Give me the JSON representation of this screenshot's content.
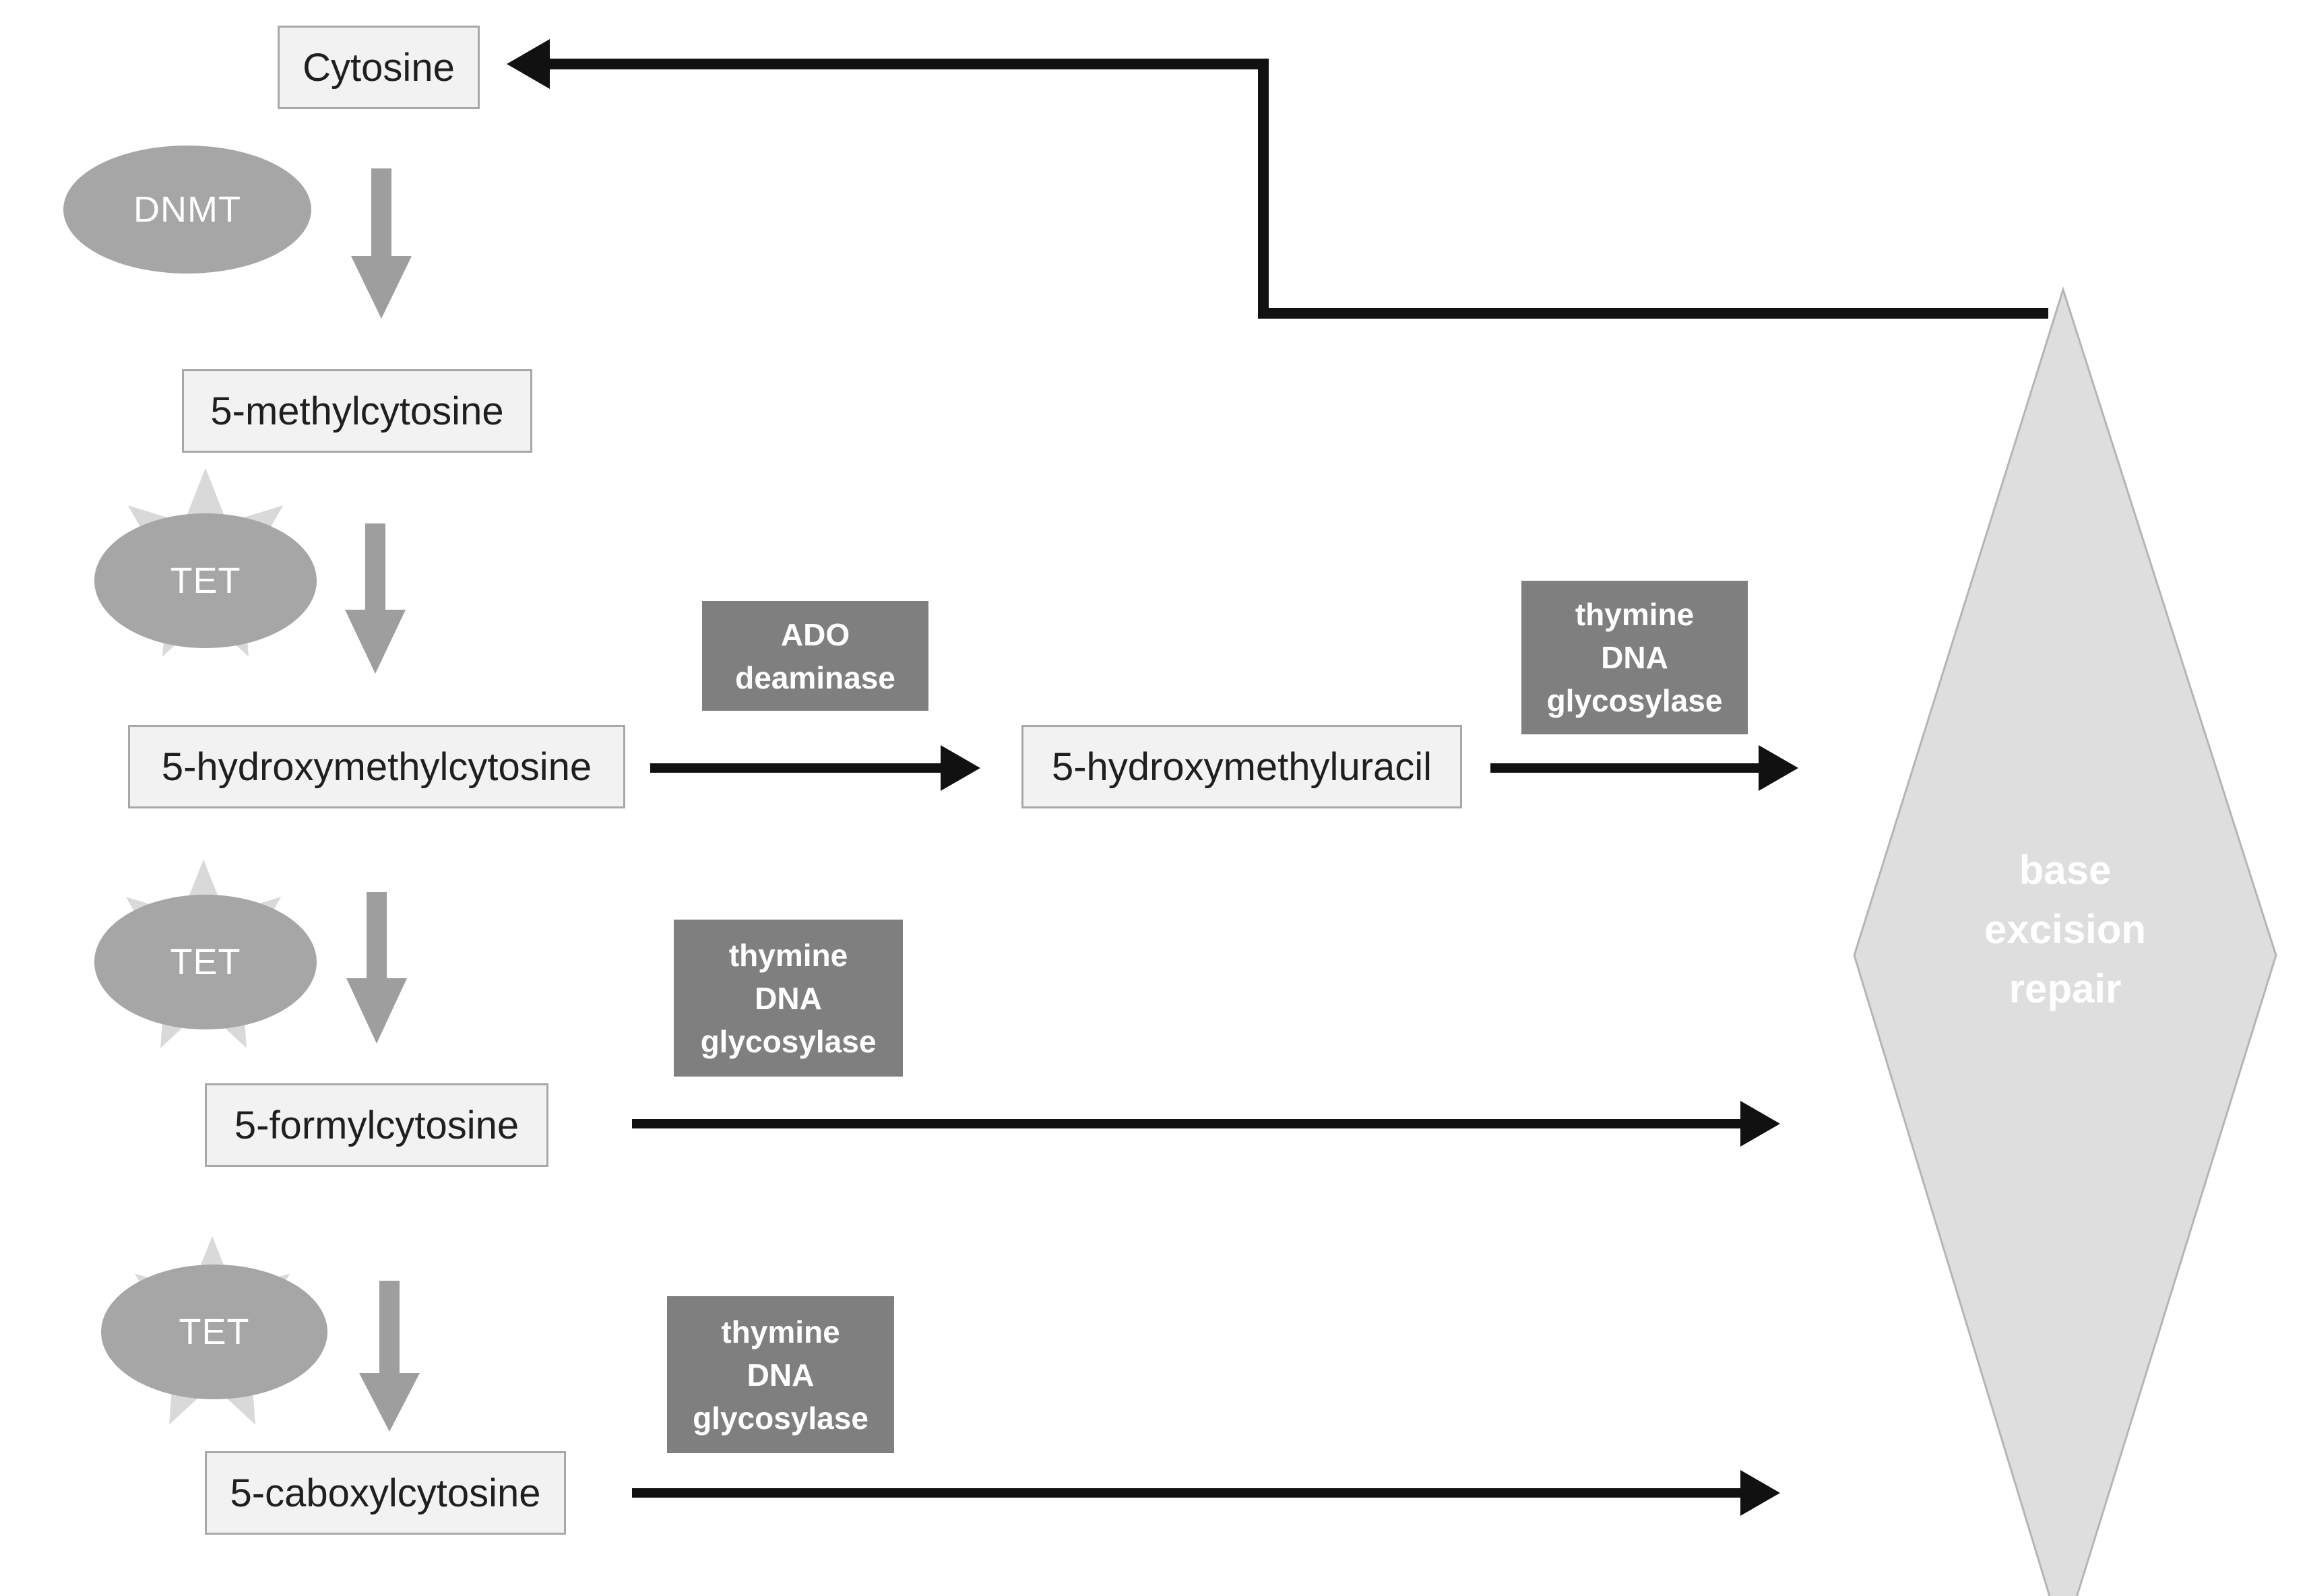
{
  "molecules": {
    "cytosine": "Cytosine",
    "methylcytosine": "5-methylcytosine",
    "hydroxymethylcytosine": "5-hydroxymethylcytosine",
    "hydroxymethyluracil": "5-hydroxymethyluracil",
    "formylcytosine": "5-formylcytosine",
    "caboxylcytosine": "5-caboxylcytosine"
  },
  "enzymes": {
    "dnmt": "DNMT",
    "tet": "TET",
    "ado": {
      "line1": "ADO",
      "line2": "deaminase"
    },
    "tdg": {
      "line1": "thymine",
      "line2": "DNA",
      "line3": "glycosylase"
    }
  },
  "process": {
    "ber": {
      "line1": "base",
      "line2": "excision",
      "line3": "repair"
    }
  },
  "colors": {
    "node_fill": "#f2f2f2",
    "node_border": "#a8a8a8",
    "enzyme_box": "#7f7f7f",
    "ellipse": "#a6a6a6",
    "starburst": "#d9d9d9",
    "diamond_fill": "#dedede",
    "diamond_border": "#b5b5b5",
    "gray_arrow": "#9e9e9e",
    "black_arrow": "#111111"
  }
}
